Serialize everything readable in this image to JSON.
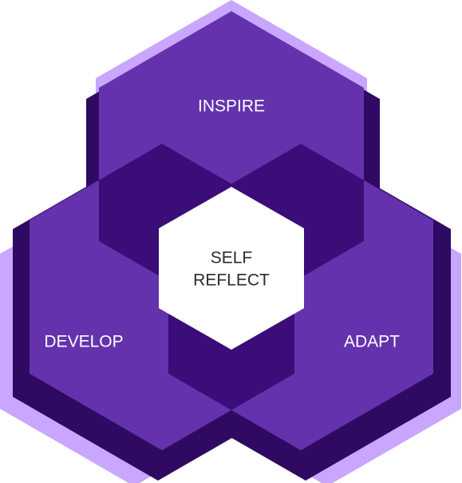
{
  "diagram": {
    "top_label": "INSPIRE",
    "left_label": "DEVELOP",
    "right_label": "ADAPT",
    "center_line1": "SELF",
    "center_line2": "REFLECT"
  },
  "colors": {
    "outline": "#c9a6ff",
    "shadow": "#2f0a63",
    "hexagon": "#6532ad",
    "overlap": "#3b0d78",
    "center": "#ffffff",
    "center_text": "#2b2b2b",
    "label_text": "#ffffff"
  }
}
